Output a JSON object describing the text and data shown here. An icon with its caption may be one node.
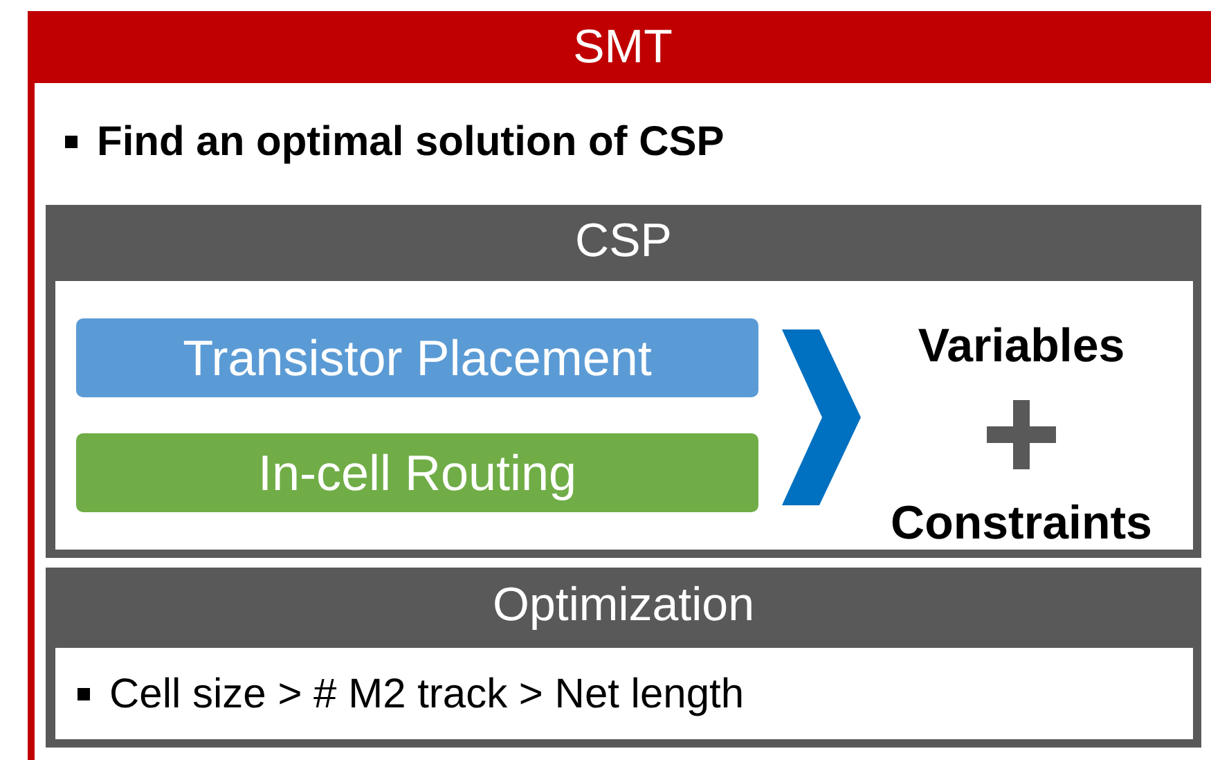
{
  "diagram": {
    "nodes": [
      {
        "text": [
          "SMT",
          "Find an optimal solution of CSP"
        ]
      },
      {
        "text": [
          "CSP"
        ],
        "in": 0
      },
      {
        "text": [
          "Transistor Placement"
        ],
        "in": 1
      },
      {
        "text": [
          "In-cell Routing"
        ],
        "in": 1
      },
      {
        "text": [
          "Variables",
          "Constraints"
        ],
        "in": 1
      },
      {
        "text": [
          "Optimization",
          "Cell size > # M2 track > Net length"
        ],
        "in": 0
      }
    ],
    "edges": [
      {
        "from": 2,
        "to": 4,
        "arrow": "to",
        "color": "#0070c0"
      },
      {
        "from": 3,
        "to": 4,
        "arrow": "to",
        "color": "#0070c0"
      }
    ]
  }
}
